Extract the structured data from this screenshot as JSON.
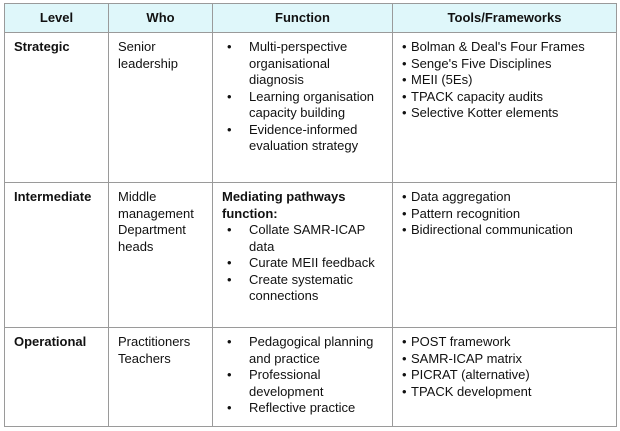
{
  "table": {
    "headers": [
      "Level",
      "Who",
      "Function",
      "Tools/Frameworks"
    ],
    "header_bg": "#dff7fa",
    "rows": [
      {
        "level": "Strategic",
        "who": [
          "Senior",
          "leadership"
        ],
        "function_heading": "",
        "function": [
          "Multi-perspective organisational diagnosis",
          "Learning organisation capacity building",
          "Evidence-informed evaluation strategy"
        ],
        "tools": [
          "Bolman & Deal's Four Frames",
          "Senge's Five Disciplines",
          "MEII (5Es)",
          "TPACK capacity audits",
          "Selective Kotter elements"
        ]
      },
      {
        "level": "Intermediate",
        "who": [
          "Middle",
          "management",
          "Department",
          "heads"
        ],
        "function_heading": "Mediating pathways function:",
        "function": [
          "Collate SAMR-ICAP data",
          "Curate MEII feedback",
          "Create systematic connections"
        ],
        "tools": [
          "Data aggregation",
          "Pattern recognition",
          "Bidirectional communication"
        ]
      },
      {
        "level": "Operational",
        "who": [
          "Practitioners",
          "Teachers"
        ],
        "function_heading": "",
        "function": [
          "Pedagogical planning and practice",
          "Professional development",
          "Reflective practice"
        ],
        "tools": [
          "POST framework",
          "SAMR-ICAP matrix",
          "PICRAT (alternative)",
          "TPACK development"
        ]
      }
    ]
  }
}
